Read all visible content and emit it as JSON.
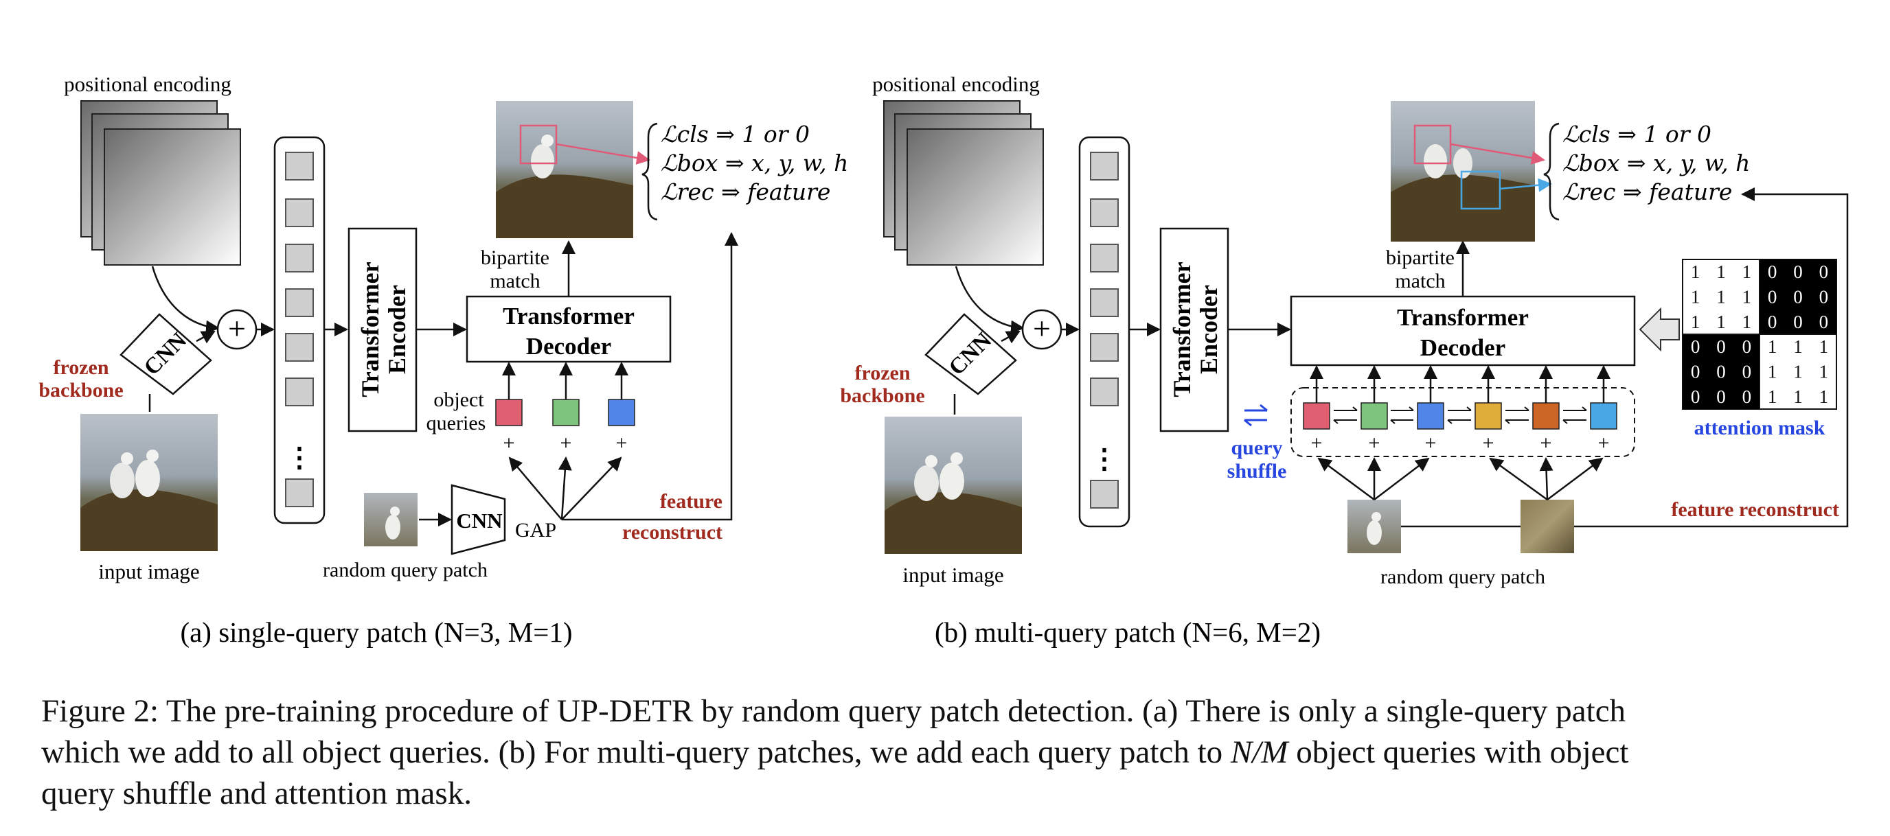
{
  "panel_a": {
    "positional_encoding": "positional encoding",
    "cnn": "CNN",
    "frozen_backbone_1": "frozen",
    "frozen_backbone_2": "backbone",
    "input_image": "input image",
    "plus": "+",
    "encoder_1": "Transformer",
    "encoder_2": "Encoder",
    "decoder_1": "Transformer",
    "decoder_2": "Decoder",
    "bipartite_1": "bipartite",
    "bipartite_2": "match",
    "object_queries_1": "object",
    "object_queries_2": "queries",
    "small_plus": "+",
    "cnn_gap": "CNN",
    "gap": "GAP",
    "random_query_patch": "random query patch",
    "feature_reconstruct_1": "feature",
    "feature_reconstruct_2": "reconstruct",
    "loss_cls": "ℒcls ⇒ 1 or 0",
    "loss_box": "ℒbox ⇒ x, y, w, h",
    "loss_rec": "ℒrec ⇒ feature",
    "subcaption": "(a) single-query patch (N=3, M=1)",
    "ellipsis": "⋮"
  },
  "panel_b": {
    "positional_encoding": "positional encoding",
    "cnn": "CNN",
    "frozen_backbone_1": "frozen",
    "frozen_backbone_2": "backbone",
    "input_image": "input image",
    "plus": "+",
    "encoder_1": "Transformer",
    "encoder_2": "Encoder",
    "decoder_1": "Transformer",
    "decoder_2": "Decoder",
    "bipartite_1": "bipartite",
    "bipartite_2": "match",
    "query_shuffle_1": "query",
    "query_shuffle_2": "shuffle",
    "random_query_patch": "random query patch",
    "feature_reconstruct": "feature reconstruct",
    "attention_mask": "attention mask",
    "loss_cls": "ℒcls ⇒ 1 or 0",
    "loss_box": "ℒbox ⇒ x, y, w, h",
    "loss_rec": "ℒrec ⇒ feature",
    "subcaption": "(b) multi-query patch (N=6, M=2)",
    "mask_rows": [
      [
        "1",
        "1",
        "1",
        "0",
        "0",
        "0"
      ],
      [
        "1",
        "1",
        "1",
        "0",
        "0",
        "0"
      ],
      [
        "1",
        "1",
        "1",
        "0",
        "0",
        "0"
      ],
      [
        "0",
        "0",
        "0",
        "1",
        "1",
        "1"
      ],
      [
        "0",
        "0",
        "0",
        "1",
        "1",
        "1"
      ],
      [
        "0",
        "0",
        "0",
        "1",
        "1",
        "1"
      ]
    ]
  },
  "colors": {
    "red_label": "#a12a1f",
    "blue_label": "#2746e0",
    "q_red": "#e06072",
    "q_green": "#7ec47c",
    "q_blue": "#4f86e8",
    "q_yellow": "#e0ad3a",
    "q_orange": "#cc6525",
    "q_cyan": "#4aa7e6"
  },
  "caption": {
    "line1": "Figure 2: The pre-training procedure of UP-DETR by random query patch detection. (a) There is only a single-query patch",
    "line2a": "which we add to all object queries. (b) For multi-query patches, we add each query patch to ",
    "line2_math": "N/M",
    "line2b": " object queries with object",
    "line3": "query shuffle and attention mask."
  }
}
